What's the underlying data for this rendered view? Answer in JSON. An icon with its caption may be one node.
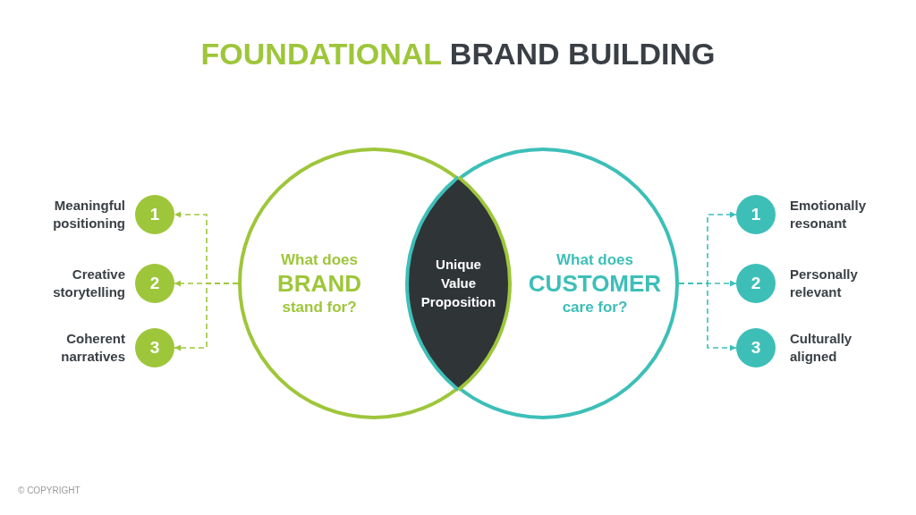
{
  "diagram": {
    "title": "FOUNDATIONAL BRAND BUILDING",
    "nodes": [
      {
        "text": [
          "What does",
          "BRAND",
          "stand for?"
        ]
      },
      {
        "text": [
          "What does",
          "CUSTOMER",
          "care for?"
        ]
      },
      {
        "text": [
          "Unique Value Proposition"
        ]
      },
      {
        "text": [
          "1"
        ],
        "beside": [
          "Meaningful positioning"
        ]
      },
      {
        "text": [
          "2"
        ],
        "beside": [
          "Creative storytelling"
        ]
      },
      {
        "text": [
          "3"
        ],
        "beside": [
          "Coherent narratives"
        ]
      },
      {
        "text": [
          "1"
        ],
        "beside": [
          "Emotionally resonant"
        ]
      },
      {
        "text": [
          "2"
        ],
        "beside": [
          "Personally relevant"
        ]
      },
      {
        "text": [
          "3"
        ],
        "beside": [
          "Culturally aligned"
        ]
      }
    ],
    "edges": [
      {
        "from": 0,
        "to": 3,
        "arrow": "to",
        "style": "dashed",
        "color": "#9ec63a"
      },
      {
        "from": 0,
        "to": 4,
        "arrow": "to",
        "style": "dashed",
        "color": "#9ec63a"
      },
      {
        "from": 0,
        "to": 5,
        "arrow": "to",
        "style": "dashed",
        "color": "#9ec63a"
      },
      {
        "from": 1,
        "to": 6,
        "arrow": "to",
        "style": "dashed",
        "color": "#3dbfb8"
      },
      {
        "from": 1,
        "to": 7,
        "arrow": "to",
        "style": "dashed",
        "color": "#3dbfb8"
      },
      {
        "from": 1,
        "to": 8,
        "arrow": "to",
        "style": "dashed",
        "color": "#3dbfb8"
      }
    ],
    "labels": [
      "© COPYRIGHT"
    ]
  }
}
